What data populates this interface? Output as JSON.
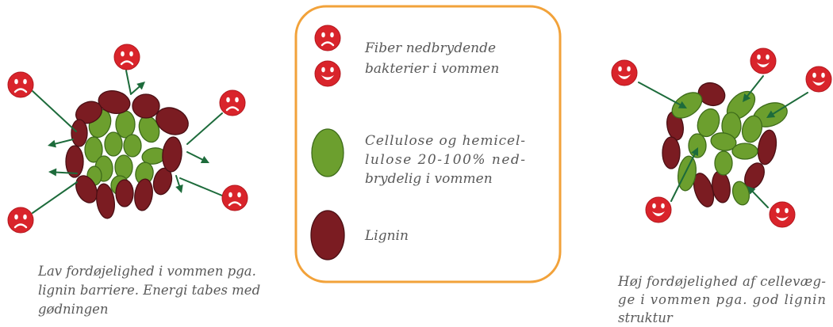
{
  "left_panel": {
    "face_icon": "sad-face-icon",
    "caption_lines": [
      "Lav fordøjelighed i vommen pga.",
      "lignin barriere. Energi tabes med",
      "gødningen"
    ]
  },
  "legend": {
    "bacteria": {
      "icons": [
        "sad-face-icon",
        "happy-face-icon"
      ],
      "lines": [
        "Fiber nedbrydende",
        "bakterier i vommen"
      ]
    },
    "cellulose": {
      "icon": "green-ellipse-icon",
      "lines": [
        "Cellulose og hemicel-",
        "lulose 20-100% ned-",
        "brydelig i vommen"
      ]
    },
    "lignin": {
      "icon": "dark-red-ellipse-icon",
      "lines": [
        "Lignin"
      ]
    }
  },
  "right_panel": {
    "face_icon": "happy-face-icon",
    "caption_lines": [
      "Høj fordøjelighed af cellevæg-",
      "ge i vommen pga. god lignin",
      "struktur"
    ]
  },
  "colors": {
    "cellulose": "#6c9f2e",
    "cellulose_edge": "#3d6b1a",
    "lignin": "#7b1c22",
    "lignin_edge": "#4a0f14",
    "face": "#d9242b",
    "face_edge": "#b3161d",
    "arrow": "#1d6b3b",
    "legend_border": "#f2a23a",
    "text": "#595959"
  }
}
